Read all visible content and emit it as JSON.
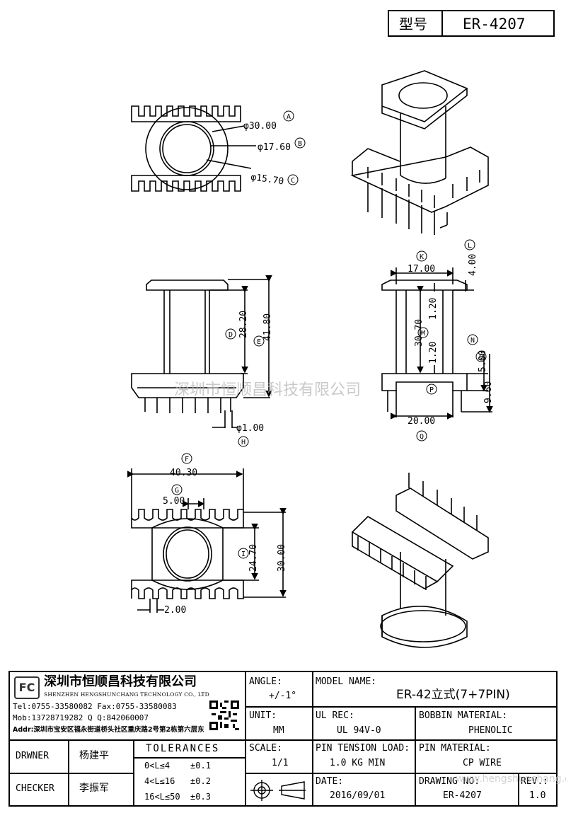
{
  "header": {
    "model_label": "型号",
    "model_value": "ER-4207"
  },
  "dimensions": {
    "top_view": {
      "d30": "φ30.00",
      "d30_tag": "A",
      "d17": "φ17.60",
      "d17_tag": "B",
      "d15": "φ15.70",
      "d15_tag": "C"
    },
    "front_view": {
      "h28": "28.20",
      "h28_tag": "D",
      "h41": "41.80",
      "h41_tag": "E",
      "pin_d": "φ1.00",
      "pin_d_tag": "H"
    },
    "side_view": {
      "w17": "17.00",
      "w17_tag": "K",
      "t4": "4.00",
      "t4_tag": "L",
      "h30": "30.70",
      "h30_tag": "M",
      "f12a": "1.20",
      "f12b": "1.20",
      "h5": "5.00",
      "h5_tag": "N",
      "h96": "9.60",
      "h96_tag": "O",
      "p_tag": "P",
      "w20": "20.00",
      "w20_tag": "Q"
    },
    "bottom_view": {
      "w40": "40.30",
      "w40_tag": "F",
      "w5": "5.00",
      "w5_tag": "G",
      "h24": "24.70",
      "h24_tag": "I",
      "h30": "30.00",
      "pitch": "2.00"
    }
  },
  "watermark": "深圳市恒顺昌科技有限公司",
  "watermark_url": "www.hengshunchang.com",
  "title_block": {
    "company_cn": "深圳市恒顺昌科技有限公司",
    "company_en": "SHENZHEN HENGSHUNCHANG TECHNOLOGY CO., LTD",
    "tel": "Tel:0755-33580082 Fax:0755-33580083",
    "mob": "Mob:13728719282     Q  Q:842060007",
    "addr": "Addr:深圳市宝安区福永街道桥头社区重庆路2号第2栋第六层东",
    "angle_label": "ANGLE:",
    "angle_value": "+/-1°",
    "model_name_label": "MODEL NAME:",
    "model_name_value": "ER-42立式(7+7PIN)",
    "unit_label": "UNIT:",
    "unit_value": "MM",
    "ul_label": "UL REC:",
    "ul_value": "UL 94V-0",
    "bobbin_label": "BOBBIN MATERIAL:",
    "bobbin_value": "PHENOLIC",
    "drawer_label": "DRWNER",
    "drawer_value": "杨建平",
    "tolerances_label": "TOLERANCES",
    "scale_label": "SCALE:",
    "scale_value": "1/1",
    "pin_tension_label": "PIN TENSION LOAD:",
    "pin_tension_value": "1.0 KG MIN",
    "pin_material_label": "PIN MATERIAL:",
    "pin_material_value": "CP WIRE",
    "checker_label": "CHECKER",
    "checker_value": "李振军",
    "tol1": "0<L≤4    ±0.1",
    "tol2": "4<L≤16   ±0.2",
    "tol3": "16<L≤50  ±0.3",
    "date_label": "DATE:",
    "date_value": "2016/09/01",
    "drawing_no_label": "DRAWING NO:",
    "drawing_no_value": "ER-4207",
    "rev_label": "REV.:",
    "rev_value": "1.0"
  }
}
